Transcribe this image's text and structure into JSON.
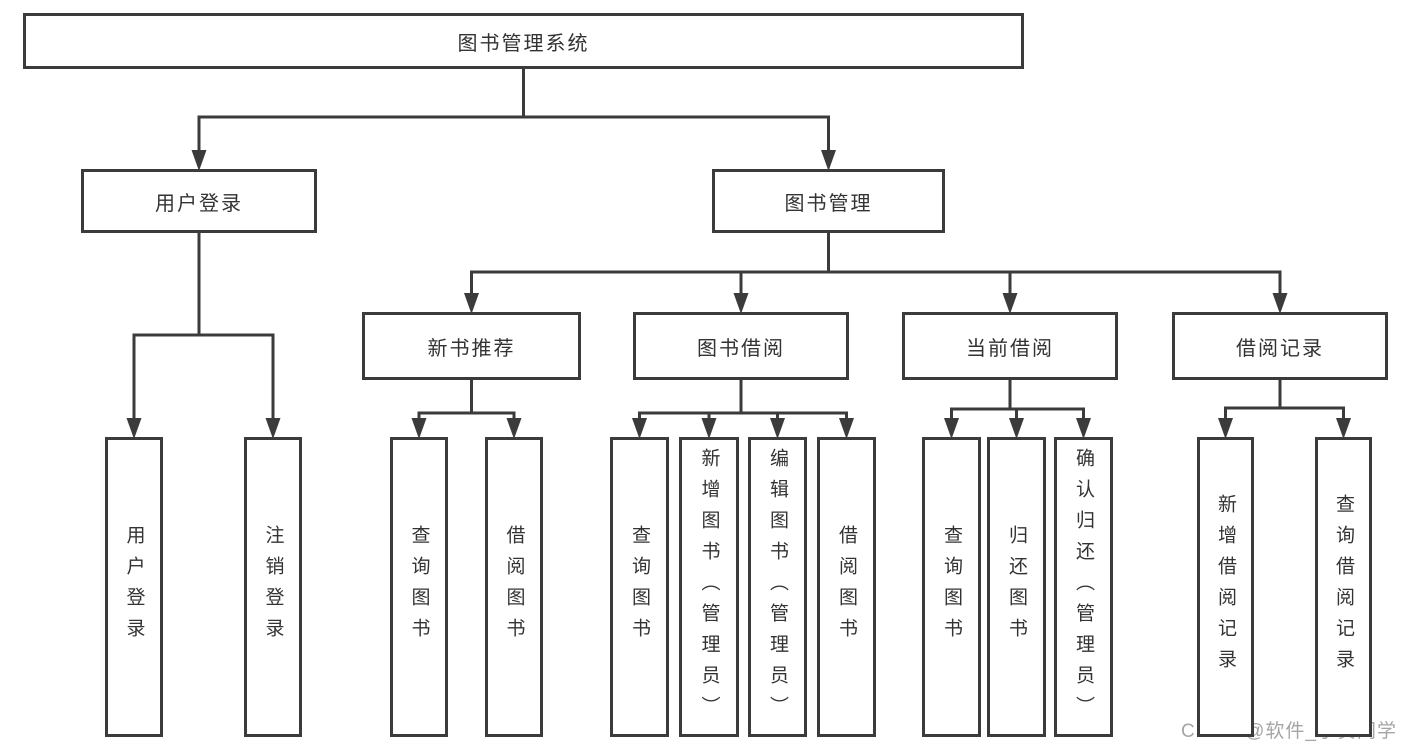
{
  "diagram": {
    "watermark": "CSDN @软件_小贺同学",
    "colors": {
      "line": "#3b3b3b",
      "text": "#333333",
      "background": "#ffffff",
      "watermark": "#a0a0a0"
    },
    "nodes": [
      {
        "id": "root",
        "label": "图书管理系统",
        "orientation": "horizontal"
      },
      {
        "id": "user-login",
        "label": "用户登录",
        "orientation": "horizontal"
      },
      {
        "id": "book-mgmt",
        "label": "图书管理",
        "orientation": "horizontal"
      },
      {
        "id": "new-book-rec",
        "label": "新书推荐",
        "orientation": "horizontal"
      },
      {
        "id": "book-borrow",
        "label": "图书借阅",
        "orientation": "horizontal"
      },
      {
        "id": "current-borrow",
        "label": "当前借阅",
        "orientation": "horizontal"
      },
      {
        "id": "borrow-records",
        "label": "借阅记录",
        "orientation": "horizontal"
      },
      {
        "id": "leaf-user-login",
        "label": "用户登录",
        "orientation": "vertical"
      },
      {
        "id": "leaf-logout",
        "label": "注销登录",
        "orientation": "vertical"
      },
      {
        "id": "leaf-query-book-1",
        "label": "查询图书",
        "orientation": "vertical"
      },
      {
        "id": "leaf-borrow-book-1",
        "label": "借阅图书",
        "orientation": "vertical"
      },
      {
        "id": "leaf-query-book-2",
        "label": "查询图书",
        "orientation": "vertical"
      },
      {
        "id": "leaf-add-book",
        "label": "新增图书（管理员）",
        "orientation": "vertical"
      },
      {
        "id": "leaf-edit-book",
        "label": "编辑图书（管理员）",
        "orientation": "vertical"
      },
      {
        "id": "leaf-borrow-book-2",
        "label": "借阅图书",
        "orientation": "vertical"
      },
      {
        "id": "leaf-query-book-3",
        "label": "查询图书",
        "orientation": "vertical"
      },
      {
        "id": "leaf-return-book",
        "label": "归还图书",
        "orientation": "vertical"
      },
      {
        "id": "leaf-confirm-return",
        "label": "确认归还（管理员）",
        "orientation": "vertical"
      },
      {
        "id": "leaf-add-borrow-record",
        "label": "新增借阅记录",
        "orientation": "vertical"
      },
      {
        "id": "leaf-query-borrow-record",
        "label": "查询借阅记录",
        "orientation": "vertical"
      }
    ],
    "edges": [
      {
        "from": "root",
        "to": "user-login"
      },
      {
        "from": "root",
        "to": "book-mgmt"
      },
      {
        "from": "user-login",
        "to": "leaf-user-login"
      },
      {
        "from": "user-login",
        "to": "leaf-logout"
      },
      {
        "from": "book-mgmt",
        "to": "new-book-rec"
      },
      {
        "from": "book-mgmt",
        "to": "book-borrow"
      },
      {
        "from": "book-mgmt",
        "to": "current-borrow"
      },
      {
        "from": "book-mgmt",
        "to": "borrow-records"
      },
      {
        "from": "new-book-rec",
        "to": "leaf-query-book-1"
      },
      {
        "from": "new-book-rec",
        "to": "leaf-borrow-book-1"
      },
      {
        "from": "book-borrow",
        "to": "leaf-query-book-2"
      },
      {
        "from": "book-borrow",
        "to": "leaf-add-book"
      },
      {
        "from": "book-borrow",
        "to": "leaf-edit-book"
      },
      {
        "from": "book-borrow",
        "to": "leaf-borrow-book-2"
      },
      {
        "from": "current-borrow",
        "to": "leaf-query-book-3"
      },
      {
        "from": "current-borrow",
        "to": "leaf-return-book"
      },
      {
        "from": "current-borrow",
        "to": "leaf-confirm-return"
      },
      {
        "from": "borrow-records",
        "to": "leaf-add-borrow-record"
      },
      {
        "from": "borrow-records",
        "to": "leaf-query-borrow-record"
      }
    ]
  }
}
